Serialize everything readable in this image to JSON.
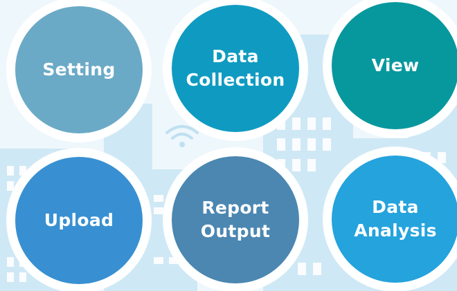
{
  "nodes": [
    {
      "id": "setting",
      "label": "Setting",
      "color": "#6baac6"
    },
    {
      "id": "data-collection",
      "label": "Data\nCollection",
      "color": "#0f9bc1"
    },
    {
      "id": "view",
      "label": "View",
      "color": "#07989e"
    },
    {
      "id": "upload",
      "label": "Upload",
      "color": "#3890d2"
    },
    {
      "id": "report-output",
      "label": "Report\nOutput",
      "color": "#4b87b1"
    },
    {
      "id": "data-analysis",
      "label": "Data\nAnalysis",
      "color": "#24a3dd"
    }
  ],
  "icons": {
    "wifi": "wifi-icon"
  },
  "colors": {
    "background": "#eef7fc",
    "building": "#cfe8f5",
    "window": "#ffffff"
  }
}
